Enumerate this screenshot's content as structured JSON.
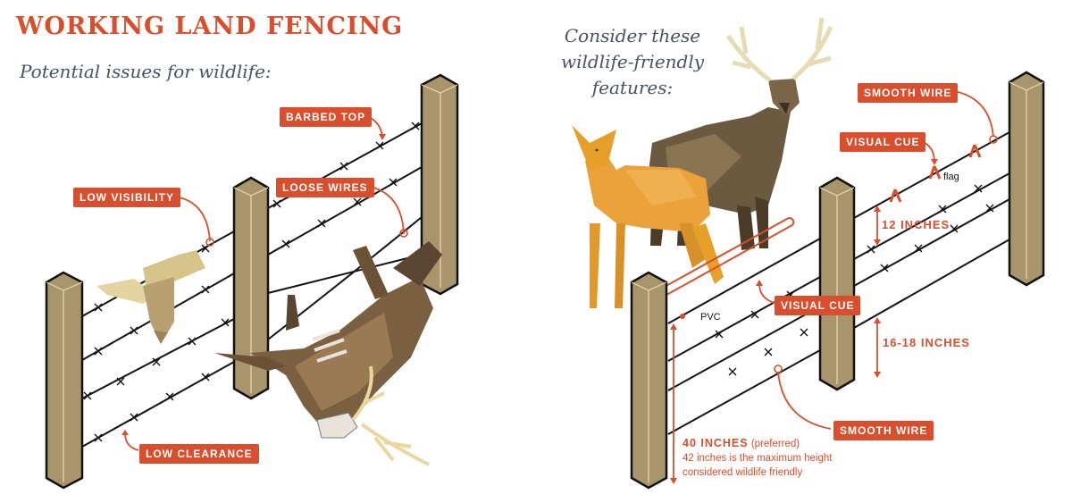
{
  "title": "WORKING LAND FENCING",
  "left": {
    "subtitle": "Potential issues for wildlife:",
    "labels": {
      "barbed_top": "BARBED TOP",
      "loose_wires": "LOOSE WIRES",
      "low_visibility": "LOW VISIBILITY",
      "low_clearance": "LOW CLEARANCE"
    }
  },
  "right": {
    "subtitle": "Consider these wildlife-friendly features:",
    "labels": {
      "smooth_wire_top": "SMOOTH WIRE",
      "visual_cue_flag": "VISUAL CUE",
      "flag": "flag",
      "twelve_inches": "12 INCHES",
      "visual_cue_pvc": "VISUAL CUE",
      "pvc": "PVC",
      "sixteen_inches": "16-18 INCHES",
      "smooth_wire_bottom": "SMOOTH WIRE",
      "forty_inches": "40 INCHES",
      "preferred": "(preferred)",
      "max_height_note_1": "42 inches is the maximum height",
      "max_height_note_2": "considered wildlife friendly"
    }
  },
  "colors": {
    "accent": "#d94e2c",
    "post": "#a8956b",
    "post_light": "#e8dcb0",
    "subtitle": "#4a5260",
    "doe": "#e8a030",
    "elk": "#6b5a40"
  }
}
